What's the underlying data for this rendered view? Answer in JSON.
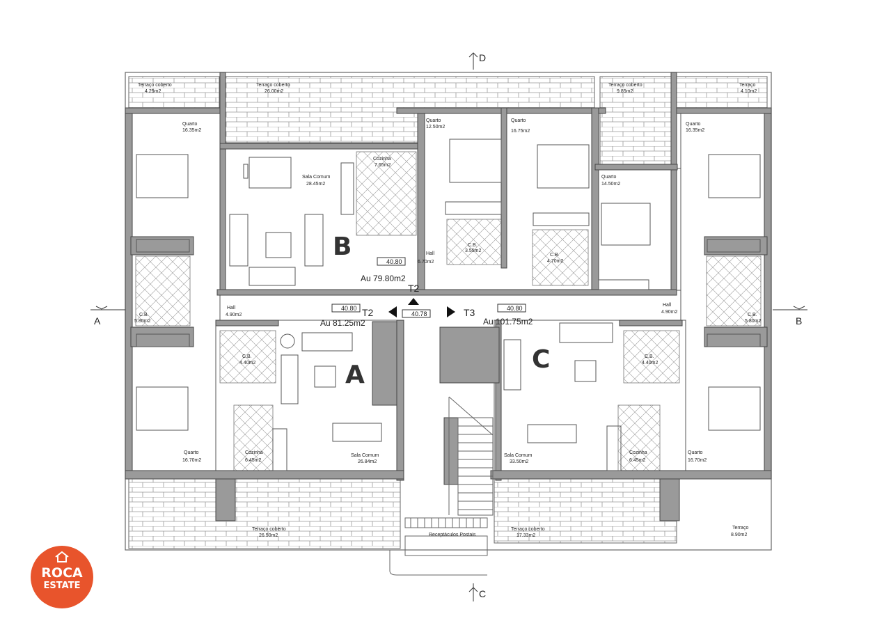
{
  "plan": {
    "section_markers": {
      "top": "D",
      "bottom": "C",
      "left": "A",
      "right": "B"
    },
    "rooms": {
      "terraco_nw": {
        "name": "Terraço coberto",
        "area": "4.25m2"
      },
      "terraco_n": {
        "name": "Terraço coberto",
        "area": "26.00m2"
      },
      "terraco_ne": {
        "name": "Terraço coberto",
        "area": "9.85m2"
      },
      "terraco_far_ne": {
        "name": "Terraço",
        "area": "4.10m2"
      },
      "quarto_a_top": {
        "name": "Quarto",
        "area": "16.35m2"
      },
      "quarto_b1": {
        "name": "Quarto",
        "area": "12.50m2"
      },
      "quarto_b2": {
        "name": "Quarto",
        "area": "16.75m2"
      },
      "quarto_c1": {
        "name": "Quarto",
        "area": "14.50m2"
      },
      "quarto_c_top": {
        "name": "Quarto",
        "area": "16.35m2"
      },
      "sala_b": {
        "name": "Sala Comum",
        "area": "28.45m2"
      },
      "cozinha_b": {
        "name": "Cozinha",
        "area": "7.65m2"
      },
      "cb_b": {
        "name": "C.B.",
        "area": "3.55m2"
      },
      "cb_c1": {
        "name": "C.B.",
        "area": "4.70m2"
      },
      "hall_b": {
        "name": "Hall",
        "area": "6.70m2"
      },
      "cb_a_left": {
        "name": "C.B.",
        "area": "5.80m2"
      },
      "cb_c_right": {
        "name": "C.B.",
        "area": "5.80m2"
      },
      "hall_a": {
        "name": "Hall",
        "area": "4.90m2"
      },
      "hall_c": {
        "name": "Hall",
        "area": "4.90m2"
      },
      "cb_a": {
        "name": "C.B.",
        "area": "4.40m2"
      },
      "cb_c": {
        "name": "C.B.",
        "area": "4.40m2"
      },
      "quarto_a_bot": {
        "name": "Quarto",
        "area": "16.70m2"
      },
      "cozinha_a": {
        "name": "Cozinha",
        "area": "6.45m2"
      },
      "sala_a": {
        "name": "Sala Comum",
        "area": "26.84m2"
      },
      "sala_c": {
        "name": "Sala Comum",
        "area": "33.50m2"
      },
      "cozinha_c": {
        "name": "Cozinha",
        "area": "6.45m2"
      },
      "quarto_c_bot": {
        "name": "Quarto",
        "area": "16.70m2"
      },
      "terraco_sw": {
        "name": "Terraço coberto",
        "area": "26.50m2"
      },
      "terraco_s": {
        "name": "Terraço coberto",
        "area": "17.33m2"
      },
      "terraco_se": {
        "name": "Terraço",
        "area": "8.90m2"
      },
      "receptaculos": {
        "name": "Receptáculos Postais"
      }
    },
    "units": {
      "b": {
        "letter": "B",
        "type": "T2",
        "area": "Au  79.80m2",
        "level": "40.80"
      },
      "a": {
        "letter": "A",
        "type": "T2",
        "area": "Au  81.25m2",
        "level": "40.80"
      },
      "c": {
        "letter": "C",
        "type": "T3",
        "area": "Au  101.75m2",
        "level": "40.80"
      },
      "landing_level": "40.78"
    }
  },
  "logo": {
    "line1": "ROCA",
    "line2": "ESTATE",
    "color": "#e8542c"
  }
}
